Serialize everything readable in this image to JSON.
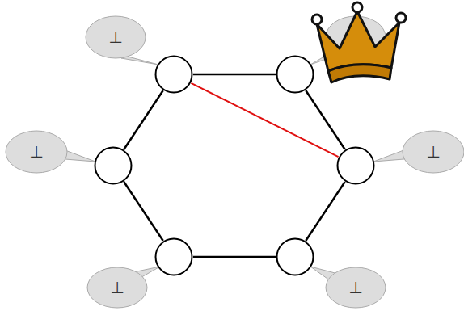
{
  "diagram": {
    "nodes": [
      {
        "text": [
          "⊥"
        ]
      },
      {
        "text": []
      },
      {
        "text": [
          "⊥"
        ]
      },
      {
        "text": [
          "⊥"
        ]
      },
      {
        "text": [
          "⊥"
        ]
      },
      {
        "text": [
          "⊥"
        ]
      }
    ],
    "edges": [
      {
        "from": 0,
        "to": 1,
        "arrow": "none"
      },
      {
        "from": 1,
        "to": 3,
        "arrow": "none"
      },
      {
        "from": 3,
        "to": 5,
        "arrow": "none"
      },
      {
        "from": 5,
        "to": 4,
        "arrow": "none"
      },
      {
        "from": 4,
        "to": 2,
        "arrow": "none"
      },
      {
        "from": 2,
        "to": 0,
        "arrow": "none"
      },
      {
        "from": 0,
        "to": 3,
        "arrow": "none"
      }
    ]
  }
}
